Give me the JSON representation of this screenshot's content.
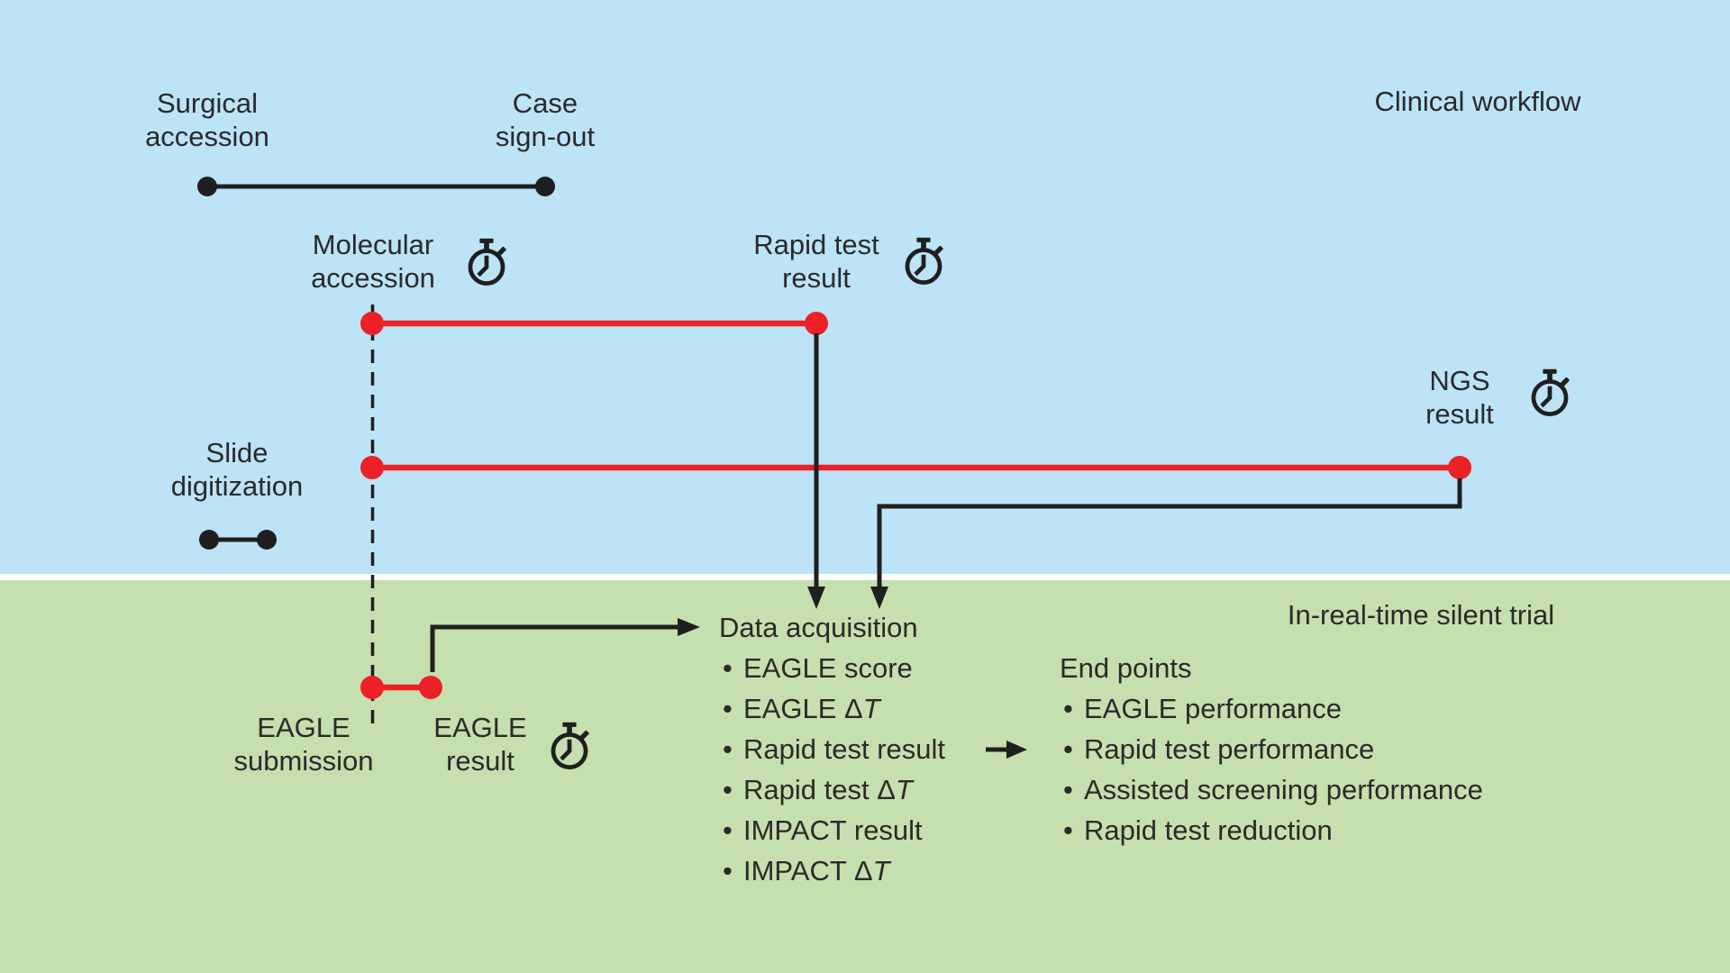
{
  "palette": {
    "clinical_bg": "#BDE3F7",
    "trial_bg": "#C6DFAE",
    "timeline_red": "#EC2027",
    "ink": "#1F1F1F"
  },
  "sections": {
    "clinical": {
      "label": "Clinical workflow"
    },
    "silent_trial": {
      "label": "In-real-time silent trial"
    }
  },
  "labels": {
    "surgical_accession": "Surgical\naccession",
    "case_signout": "Case\nsign-out",
    "molecular_accession": "Molecular\naccession",
    "rapid_test_result": "Rapid test\nresult",
    "ngs_result": "NGS\nresult",
    "slide_digitization": "Slide\ndigitization",
    "eagle_submission": "EAGLE\nsubmission",
    "eagle_result": "EAGLE\nresult"
  },
  "data_acquisition": {
    "title": "Data acquisition",
    "items": [
      "EAGLE score",
      "EAGLE ΔT",
      "Rapid test result",
      "Rapid test ΔT",
      "IMPACT result",
      "IMPACT ΔT"
    ]
  },
  "end_points": {
    "title": "End points",
    "items": [
      "EAGLE performance",
      "Rapid test performance",
      "Assisted screening performance",
      "Rapid test reduction"
    ]
  }
}
